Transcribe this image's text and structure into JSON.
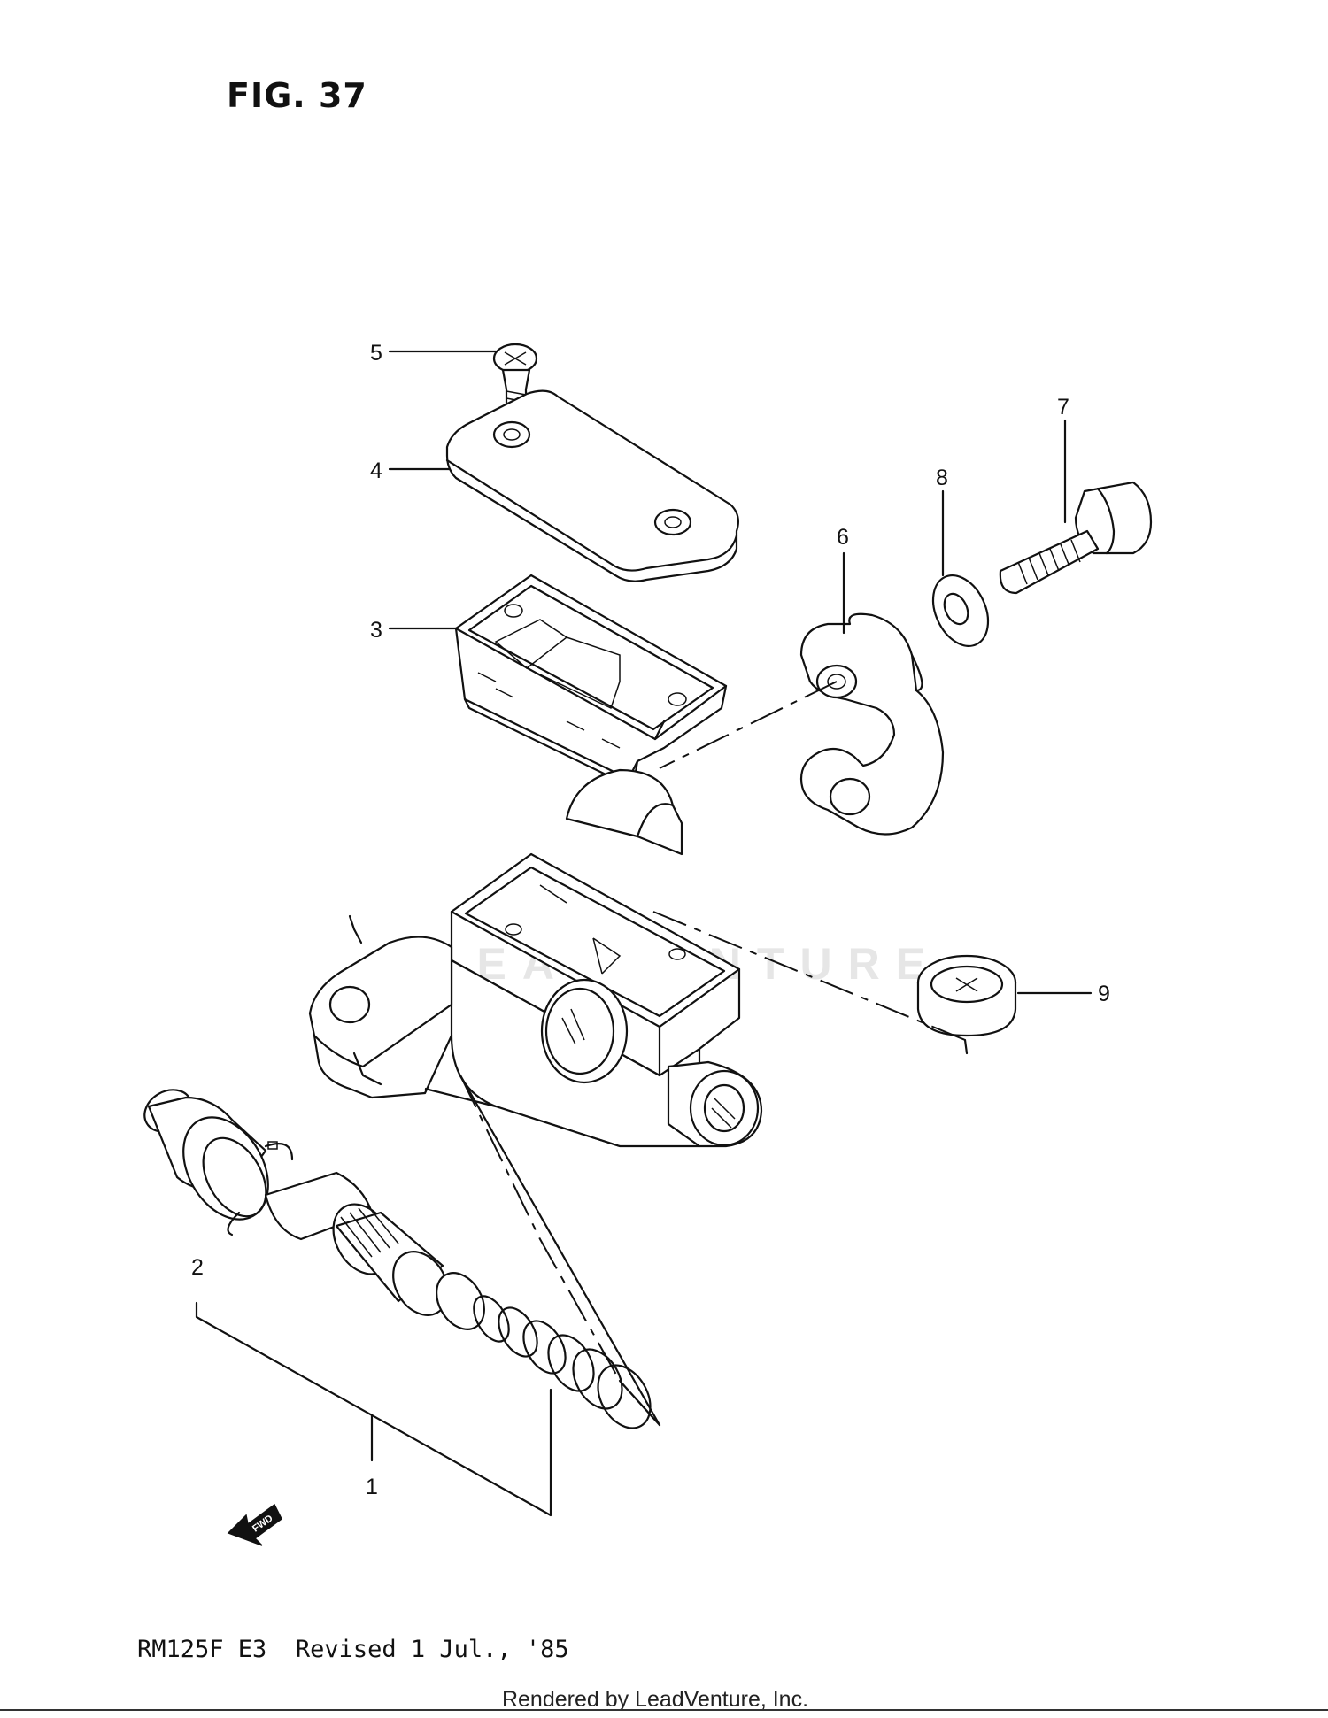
{
  "figure": {
    "title": "FIG. 37"
  },
  "callouts": [
    {
      "label": "1"
    },
    {
      "label": "2"
    },
    {
      "label": "3"
    },
    {
      "label": "4"
    },
    {
      "label": "5"
    },
    {
      "label": "6"
    },
    {
      "label": "7"
    },
    {
      "label": "8"
    },
    {
      "label": "9"
    }
  ],
  "fwd_marker": "FWD",
  "footer": {
    "model": "RM125F E3",
    "revision": "Revised 1 Jul., '85",
    "credit": "Rendered by LeadVenture, Inc."
  },
  "watermark": "LEADVENTURE"
}
